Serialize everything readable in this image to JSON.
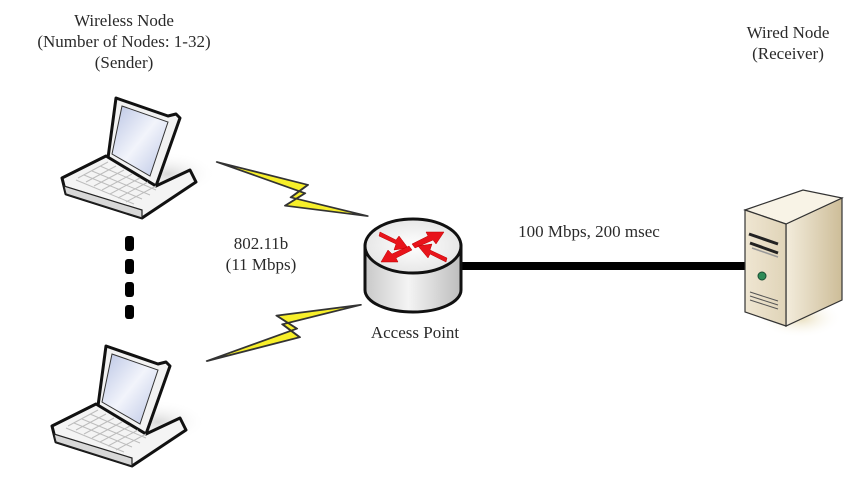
{
  "diagram": {
    "sender": {
      "title": "Wireless Node",
      "count": "(Number of Nodes: 1-32)",
      "role": "(Sender)",
      "icon": "laptop-icon"
    },
    "receiver": {
      "title": "Wired Node",
      "role": "(Receiver)",
      "icon": "server-icon"
    },
    "access_point": {
      "label": "Access Point",
      "icon": "router-icon"
    },
    "wireless_link": {
      "standard": "802.11b",
      "rate": "(11 Mbps)",
      "icon": "lightning-icon"
    },
    "wired_link": {
      "label": "100 Mbps, 200 msec"
    },
    "colors": {
      "bolt_fill": "#f7ef2a",
      "arrow_red": "#e8141b",
      "server_beige": "#e6dcc4",
      "screen_blue": "#cfd8ee",
      "link": "#000000"
    }
  }
}
